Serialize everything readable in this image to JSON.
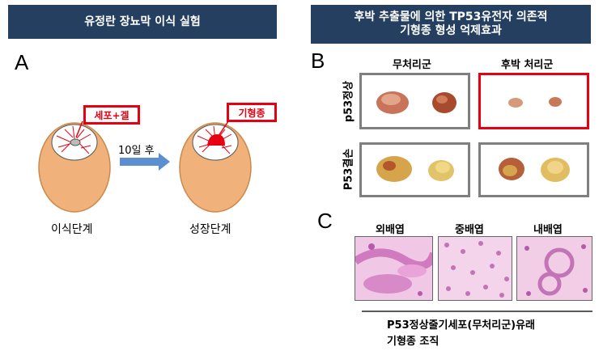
{
  "left_header": "유정란 장뇨막 이식 실험",
  "right_header_line1": "후박 추출물에 의한 TP53유전자 의존적",
  "right_header_line2": "기형종 형성 억제효과",
  "panel_a": "A",
  "panel_b": "B",
  "panel_c": "C",
  "label_cells_gel": "세포+겔",
  "label_teratoma": "기형종",
  "arrow_text": "10일 후",
  "stage_transplant": "이식단계",
  "stage_growth": "성장단계",
  "col_untreated": "무처리군",
  "col_treated": "후박 처리군",
  "row_normal": "p53정상",
  "row_null": "P53결손",
  "germ_ecto": "외배엽",
  "germ_meso": "중배엽",
  "germ_endo": "내배엽",
  "caption_line1": "P53정상줄기세포(무처리군)유래",
  "caption_line2": "기형종 조직",
  "colors": {
    "header_bg": "#243f60",
    "egg": "#f0b27a",
    "accent_red": "#e60012",
    "arrow": "#5b8fd1"
  }
}
